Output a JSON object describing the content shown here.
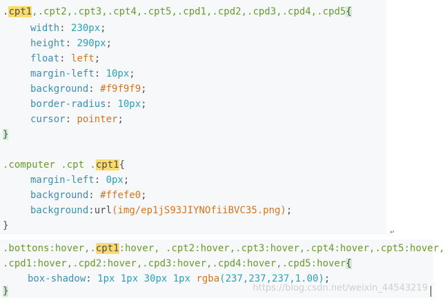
{
  "block1": {
    "l1": {
      "pre": ".",
      "hl": "cpt1",
      "sel": ",.cpt2,.cpt3,.cpt4,.cpt5,.cpd1,.cpd2,.cpd3,.cpd4,.cpd5",
      "brace": "{"
    },
    "l2": {
      "prop": "width",
      "num": "230px",
      "end": ";"
    },
    "l3": {
      "prop": "height",
      "num": "290px",
      "end": ";"
    },
    "l4": {
      "prop": "float",
      "val": "left",
      "end": ";"
    },
    "l5": {
      "prop": "margin-left",
      "num": "10px",
      "end": ";"
    },
    "l6": {
      "prop": "background",
      "val": "#f9f9f9",
      "end": ";"
    },
    "l7": {
      "prop": "border-radius",
      "num": "10px",
      "end": ";"
    },
    "l8": {
      "prop": "cursor",
      "val": "pointer",
      "end": ";"
    },
    "l9": {
      "brace": "}"
    },
    "l10": {
      "pre": ".computer .cpt .",
      "hl": "cpt1",
      "brace": "{"
    },
    "l11": {
      "prop": "margin-left",
      "num": "0px",
      "end": ";"
    },
    "l12": {
      "prop": "background",
      "val": "#ffefe0",
      "end": ";"
    },
    "l13": {
      "prop": "background",
      "fn": "url",
      "arg": "(img/ep1jS93JIYNOfiiBVC35.png)",
      "end": ";"
    },
    "l14": {
      "brace": "}"
    }
  },
  "caret": "↵",
  "block2": {
    "l1": {
      "pre": ".bottons:hover,.",
      "hl": "cpt1",
      "post": ":hover, .cpt2:hover,.cpt3:hover,.cpt4:hover,.cpt5:hover,"
    },
    "l2": {
      "sel": ".cpd1:hover,.cpd2:hover,.cpd3:hover,.cpd4:hover,.cpd5:hover",
      "brace": "{"
    },
    "l3": {
      "prop": "box-shadow",
      "num": "1px 1px 30px 1px",
      "fn": "rgba",
      "args": "(237,237,237,1.00)",
      "end": ";"
    },
    "l4": {
      "brace": "}"
    }
  },
  "watermark": "https://blog.csdn.net/weixin_44543219"
}
